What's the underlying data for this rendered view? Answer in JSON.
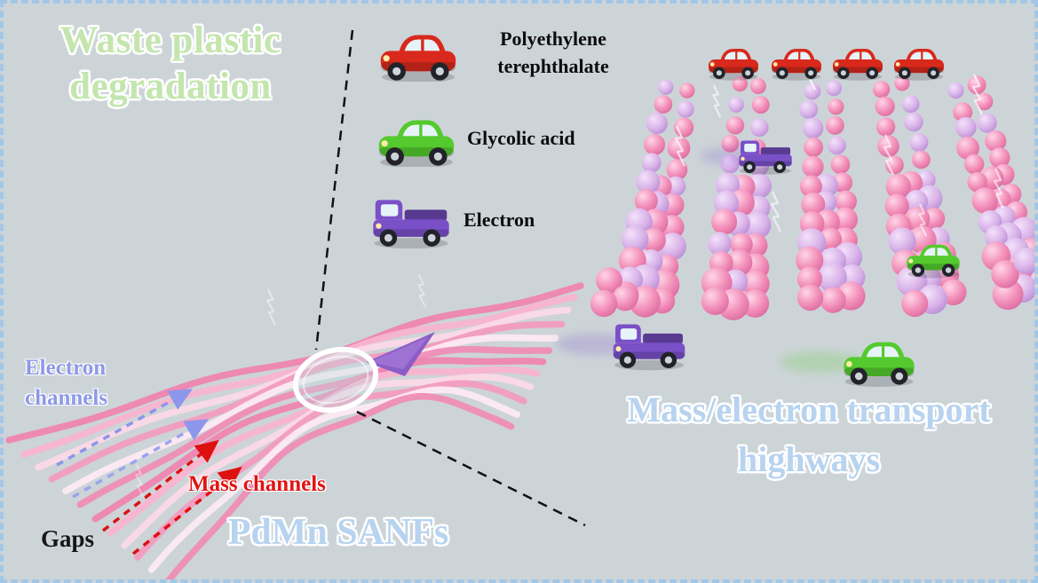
{
  "figure": {
    "background": "#cdd4d8",
    "border_color": "#a2c7e6"
  },
  "title": {
    "line1": "Waste plastic",
    "line2": "degradation",
    "color": "#c4e6ae"
  },
  "legend": {
    "items": [
      {
        "name": "polyethylene-terephthalate",
        "vehicle": "car",
        "color": "#d8291c",
        "label": "Polyethylene terephthalate"
      },
      {
        "name": "glycolic-acid",
        "vehicle": "car",
        "color": "#54ca2e",
        "label": "Glycolic acid"
      },
      {
        "name": "electron",
        "vehicle": "truck",
        "color": "#7a50c8",
        "label": "Electron"
      }
    ]
  },
  "fiber_labels": {
    "electron_channels": {
      "text": "Electron channels",
      "color": "#8d99e6"
    },
    "mass_channels": {
      "text": "Mass channels",
      "color": "#e11414"
    },
    "gaps": {
      "text": "Gaps",
      "color": "#161616"
    },
    "material": {
      "text": "PdMn SANFs",
      "color": "#b7d3ef"
    }
  },
  "highway_label": {
    "line1": "Mass/electron transport",
    "line2": "highways",
    "color": "#b7d3ef"
  },
  "highway_scene": {
    "red_cars": 4,
    "purple_trucks": 2,
    "green_cars": 2,
    "sphere_colors": [
      "#f28db8",
      "#d9b3e8"
    ]
  }
}
